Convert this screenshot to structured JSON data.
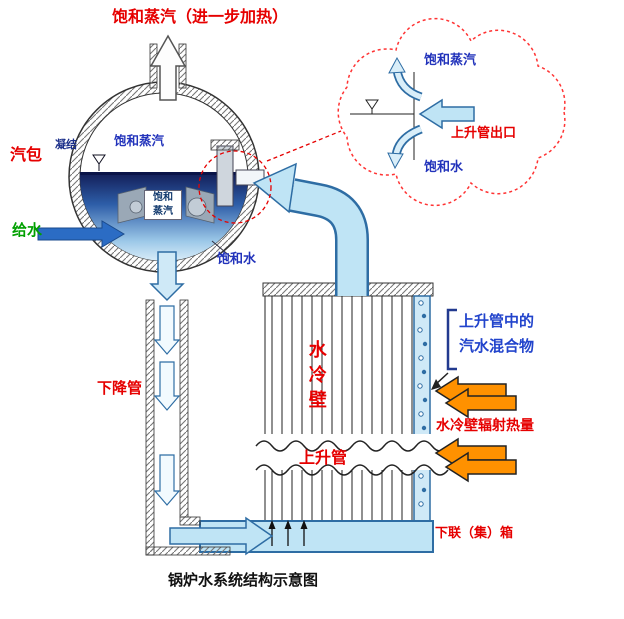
{
  "title": "锅炉水系统结构示意图",
  "labels": {
    "top_steam": "饱和蒸汽（进一步加热）",
    "drum": "汽包",
    "condensation": "凝结",
    "drum_sat_steam": "饱和蒸汽",
    "box_line1": "饱和",
    "box_line2": "蒸汽",
    "feedwater": "给水",
    "sat_water": "饱和水",
    "downcomer": "下降管",
    "cloud": {
      "sat_steam": "饱和蒸汽",
      "riser_outlet": "上升管出口",
      "sat_water": "饱和水"
    },
    "mixture_line1": "上升管中的",
    "mixture_line2": "汽水混合物",
    "water_wall": "水冷壁",
    "riser": "上升管",
    "radiation_heat": "水冷壁辐射热量",
    "lower_header": "下联（集）箱"
  },
  "colors": {
    "label_red": "#e60000",
    "label_blue": "#2233bb",
    "label_green": "#00a000",
    "pipe_fill": "#bfe4f5",
    "pipe_outline": "#2e6da4",
    "heat_arrow_orange": "#ff9100",
    "feedwater_arrow": "#2b6cc4",
    "water_dark": "#121c55",
    "water_light": "#e2f2fb",
    "cloud_dash": "#ff3333"
  }
}
